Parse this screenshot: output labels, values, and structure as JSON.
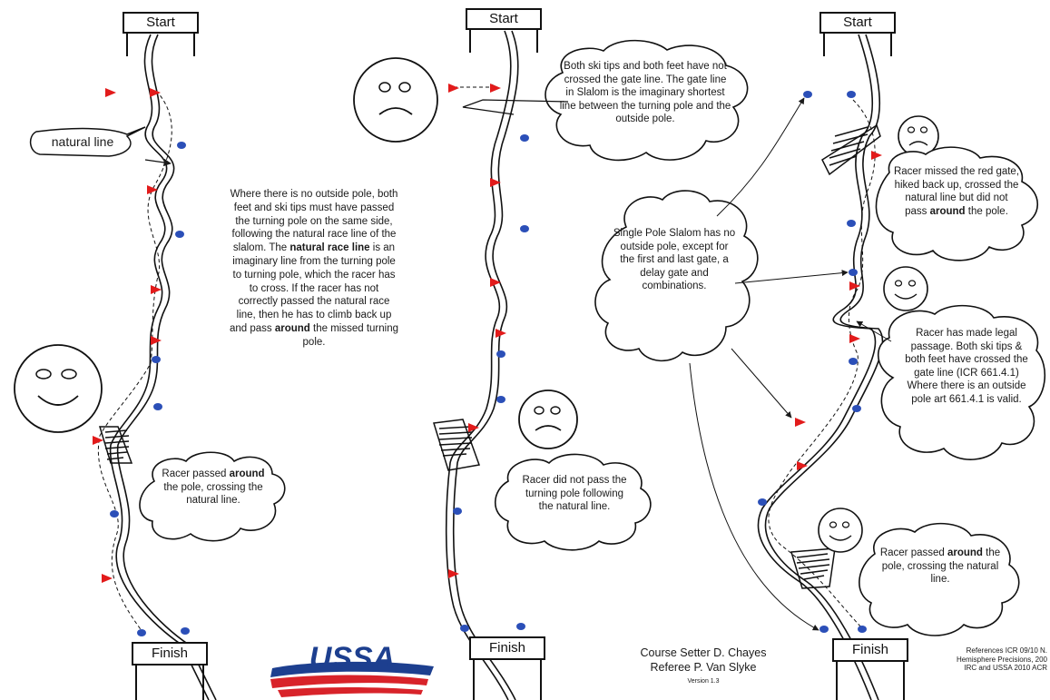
{
  "panels": {
    "left": {
      "start_label": "Start",
      "finish_label": "Finish",
      "natural_line_label": "natural line",
      "explanation": {
        "p1": "Where there is no outside pole, both feet and ski tips must have passed the turning pole on the same side, following the natural race line of the slalom. The ",
        "b1": "natural race line",
        "p2": " is an imaginary line from the turning pole to turning pole, which the racer has to cross.  If the racer has not correctly passed the natural race line, then he has to climb back up and pass ",
        "b2": "around",
        "p3": " the missed turning pole."
      },
      "bubble": {
        "pre": "Racer passed ",
        "bold": "around",
        "post": " the pole, crossing the natural line."
      }
    },
    "middle": {
      "start_label": "Start",
      "finish_label": "Finish",
      "top_bubble": "Both ski tips and both feet have not crossed the gate line.  The gate line in Slalom is the imaginary shortest line between the turning pole and the outside pole.",
      "bottom_bubble": "Racer did not pass the turning pole following  the natural line."
    },
    "right": {
      "start_label": "Start",
      "finish_label": "Finish",
      "single_pole_bubble": "Single Pole Slalom has no outside pole, except for the first and last gate, a delay gate and combinations.",
      "missed_bubble": {
        "pre": "Racer missed the red gate, hiked back up, crossed the natural line but did not pass ",
        "bold": "around",
        "post": " the pole."
      },
      "legal_bubble": "Racer has made legal passage. Both ski tips & both feet have crossed the gate line (ICR 661.4.1) Where there is an outside pole art 661.4.1 is valid.",
      "bottom_bubble": {
        "pre": "Racer passed ",
        "bold": "around",
        "post": " the pole, crossing the natural line."
      }
    }
  },
  "footer": {
    "logo_text": "USSA",
    "course_setter": "Course Setter D. Chayes",
    "referee": "Referee P.  Van Slyke",
    "version": "Version 1.3",
    "references": [
      "References ICR 09/10 N.",
      "Hemisphere Precisions, 200",
      "IRC and USSA 2010 ACR"
    ]
  },
  "colors": {
    "red_gate": "#e21b1b",
    "blue_gate": "#2b4fb8",
    "ink": "#1a1a1a"
  }
}
